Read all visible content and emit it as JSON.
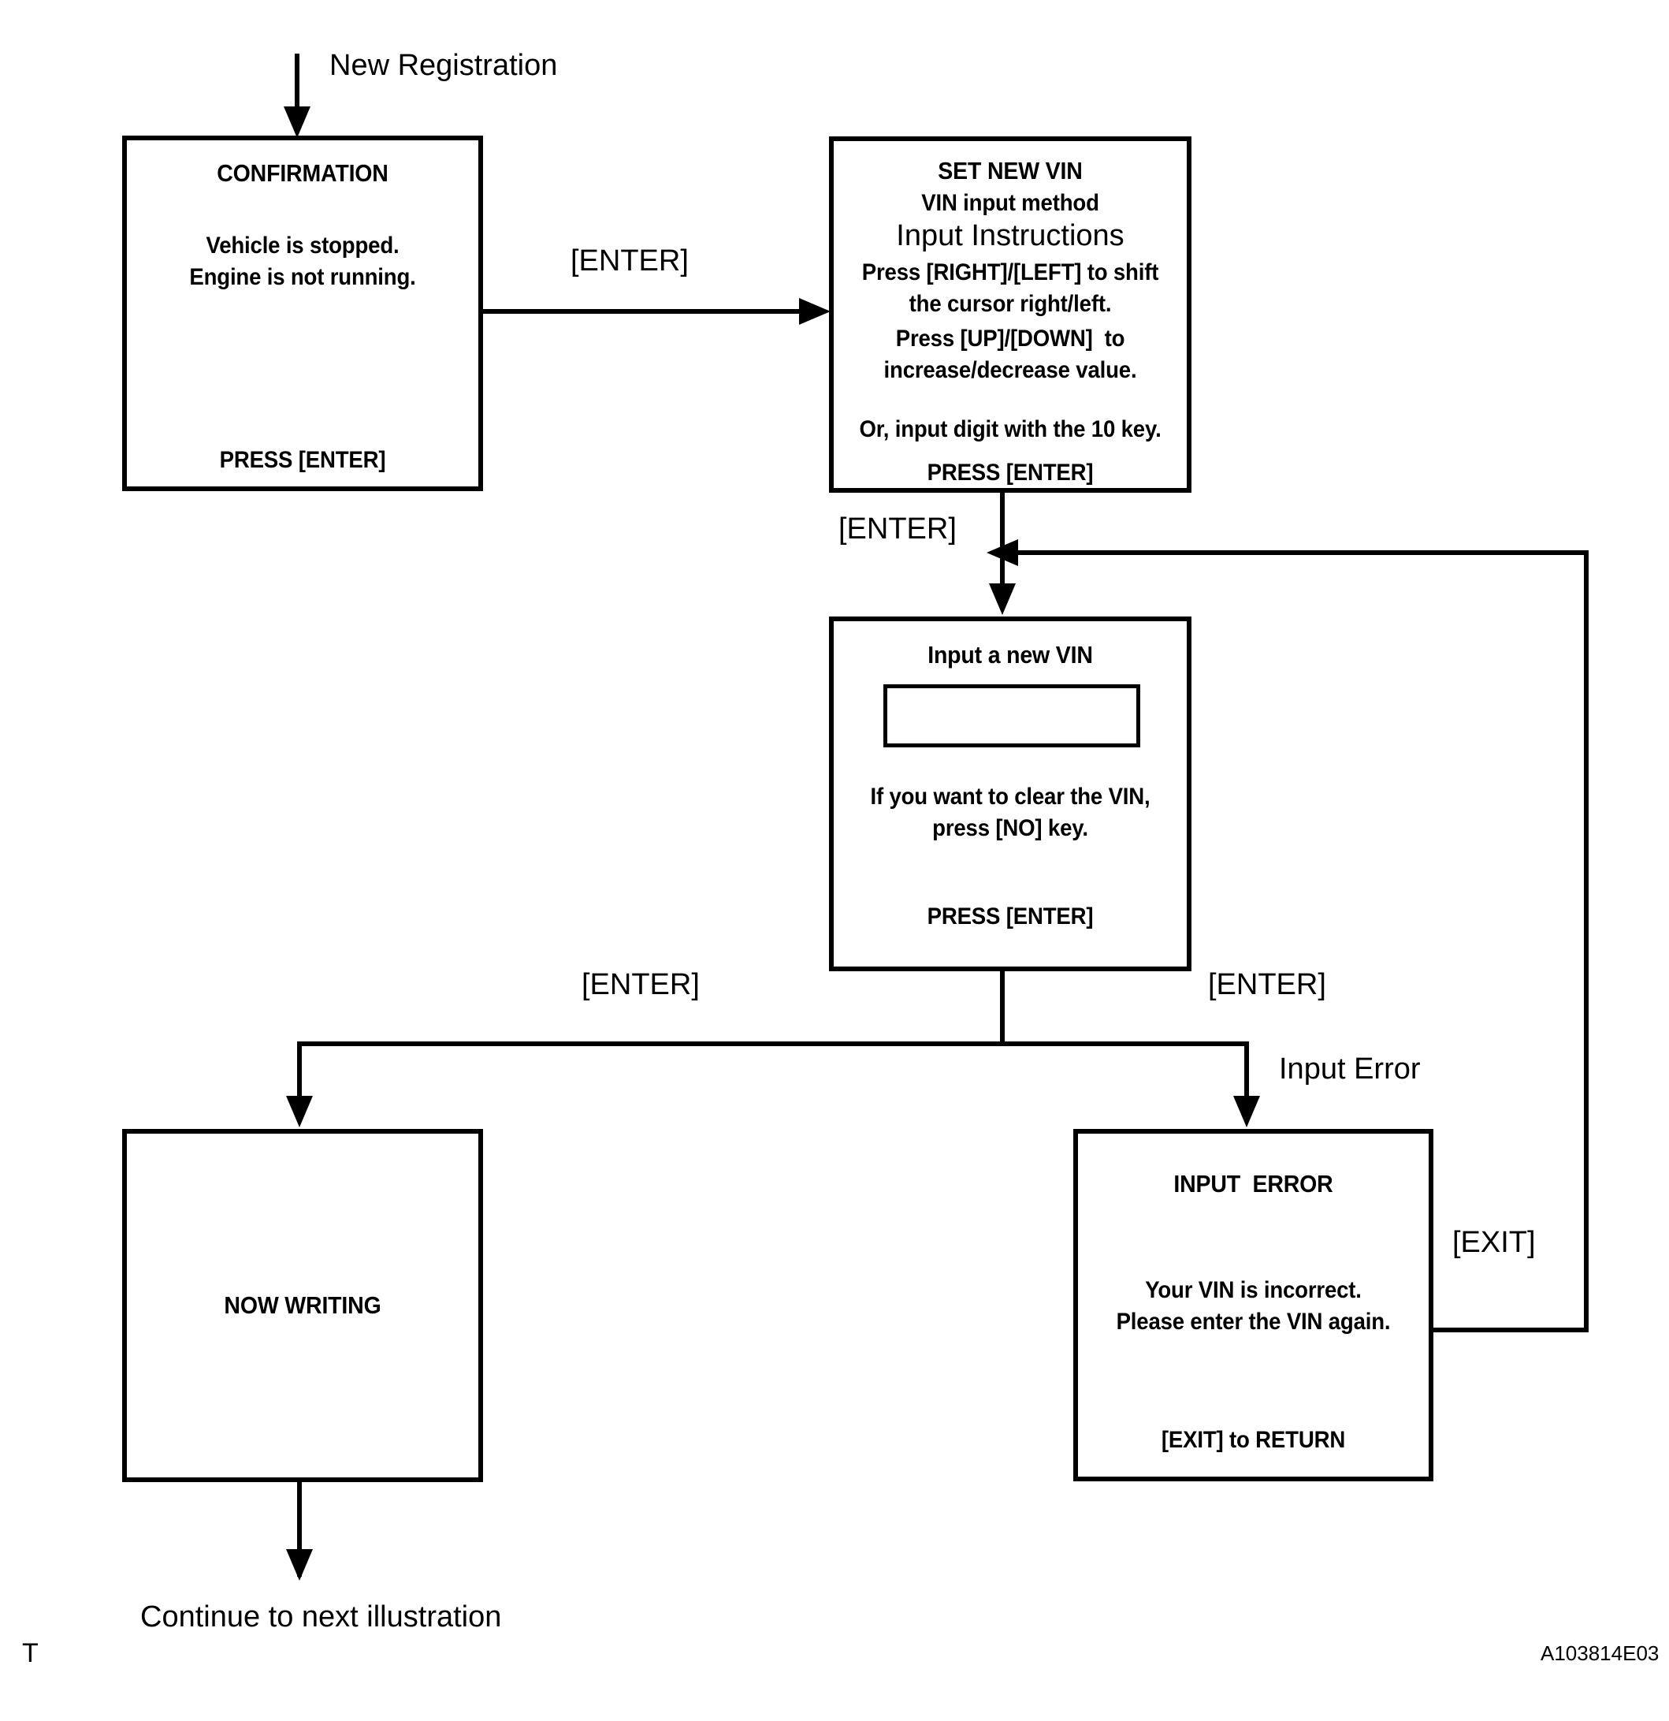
{
  "diagram": {
    "entry_label": "New Registration",
    "exit_label": "Continue to next illustration",
    "footer_left": "T",
    "footer_right": "A103814E03"
  },
  "nodes": {
    "confirmation": {
      "title": "CONFIRMATION",
      "body_line1": "Vehicle is stopped.",
      "body_line2": "Engine is not running.",
      "footer": "PRESS [ENTER]"
    },
    "set_new_vin": {
      "title": "SET NEW VIN",
      "subtitle": "VIN input method",
      "heading": "Input Instructions",
      "line1": "Press [RIGHT]/[LEFT] to shift",
      "line2": "the cursor right/left.",
      "line3": "Press [UP]/[DOWN]  to",
      "line4": "increase/decrease value.",
      "line5": "Or, input digit with the 10 key.",
      "footer": "PRESS [ENTER]"
    },
    "input_new_vin": {
      "title": "Input a new VIN",
      "field_value": "",
      "line1": "If you want to clear the VIN,",
      "line2": "press [NO] key.",
      "footer": "PRESS [ENTER]"
    },
    "now_writing": {
      "title": "NOW WRITING"
    },
    "input_error": {
      "title": "INPUT  ERROR",
      "line1": "Your VIN is incorrect.",
      "line2": "Please enter the VIN again.",
      "footer": "[EXIT] to RETURN"
    }
  },
  "edges": {
    "confirmation_to_setvin": "[ENTER]",
    "setvin_to_inputvin": "[ENTER]",
    "inputvin_to_nowwriting": "[ENTER]",
    "inputvin_to_error": "[ENTER]",
    "error_condition": "Input Error",
    "error_return": "[EXIT]"
  },
  "colors": {
    "stroke": "#000000",
    "background": "#ffffff"
  }
}
